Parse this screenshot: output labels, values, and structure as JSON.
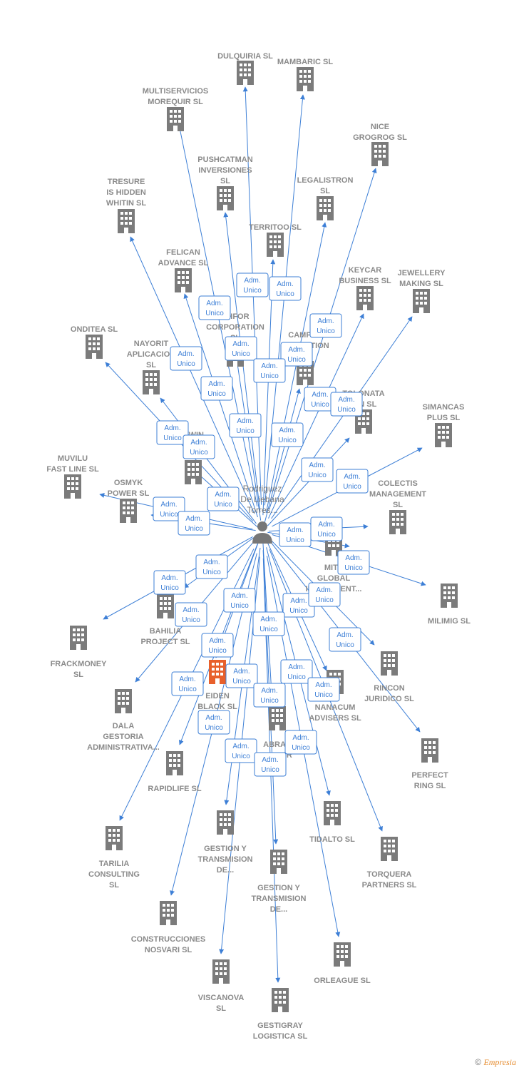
{
  "center": {
    "name_lines": [
      "Rodriguez",
      "De Liebana",
      "Torres..."
    ],
    "icon": "person-icon"
  },
  "colors": {
    "edge": "#3d7fd6",
    "building": "#7b7b7b",
    "highlight": "#e8602c",
    "label": "#8a8a8a"
  },
  "role": [
    "Adm.",
    "Unico"
  ],
  "companies": [
    {
      "lines": [
        "DULQUIRIA  SL"
      ]
    },
    {
      "lines": [
        "MAMBARIC  SL"
      ]
    },
    {
      "lines": [
        "MULTISERVICIOS",
        "MOREQUIR  SL"
      ]
    },
    {
      "lines": [
        "NICE",
        "GROGROG  SL"
      ]
    },
    {
      "lines": [
        "PUSHCATMAN",
        "INVERSIONES",
        "SL"
      ]
    },
    {
      "lines": [
        "LEGALISTRON",
        "SL"
      ]
    },
    {
      "lines": [
        "TRESURE",
        "IS HIDDEN",
        "WHITIN  SL"
      ]
    },
    {
      "lines": [
        "TERRITOO  SL"
      ]
    },
    {
      "lines": [
        "FELICAN",
        "ADVANCE  SL"
      ]
    },
    {
      "lines": [
        "KEYCAR",
        "BUSINESS  SL"
      ]
    },
    {
      "lines": [
        "JEWELLERY",
        "MAKING  SL"
      ]
    },
    {
      "lines": [
        "ONDITEA  SL"
      ]
    },
    {
      "lines": [
        "CHFOR",
        "CORPORATION",
        "SL"
      ]
    },
    {
      "lines": [
        "NAYORIT",
        "APLICACION",
        "SL"
      ]
    },
    {
      "lines": [
        "CAMPAN",
        "INNOVATION"
      ]
    },
    {
      "lines": [
        "TOLONATA",
        "ION  SL"
      ]
    },
    {
      "lines": [
        "SIMANCAS",
        "PLUS  SL"
      ]
    },
    {
      "lines": [
        "MUVILU",
        "FAST LINE  SL"
      ]
    },
    {
      "lines": [
        "OWIN",
        "SL"
      ]
    },
    {
      "lines": [
        "OSMYK",
        "POWER  SL"
      ]
    },
    {
      "lines": [
        "COLECTIS",
        "MANAGEMENT",
        "SL"
      ]
    },
    {
      "lines": [
        "MITE",
        "GLOBAL",
        "INVESTMENT..."
      ]
    },
    {
      "lines": [
        "MILIMIG  SL"
      ]
    },
    {
      "lines": [
        "BAHILIA",
        "PROJECT  SL"
      ]
    },
    {
      "lines": [
        "FRACKMONEY",
        "SL"
      ]
    },
    {
      "lines": [
        "EIDEN",
        "BLACK  SL"
      ]
    },
    {
      "lines": [
        "RINCON",
        "JURIDICO SL"
      ]
    },
    {
      "lines": [
        "NANACUM",
        "ADVISERS  SL"
      ]
    },
    {
      "lines": [
        "DALA",
        "GESTORIA",
        "ADMINISTRATIVA..."
      ]
    },
    {
      "lines": [
        "ABRAC",
        "POWER"
      ]
    },
    {
      "lines": [
        "RAPIDLIFE  SL"
      ]
    },
    {
      "lines": [
        "PERFECT",
        "RING  SL"
      ]
    },
    {
      "lines": [
        "TIDALTO  SL"
      ]
    },
    {
      "lines": [
        "GESTION Y",
        "TRANSMISION",
        "DE..."
      ]
    },
    {
      "lines": [
        "TARILIA",
        "CONSULTING",
        "SL"
      ]
    },
    {
      "lines": [
        "TORQUERA",
        "PARTNERS  SL"
      ]
    },
    {
      "lines": [
        "GESTION Y",
        "TRANSMISION",
        "DE..."
      ]
    },
    {
      "lines": [
        "CONSTRUCCIONES",
        "NOSVARI SL"
      ]
    },
    {
      "lines": [
        "ORLEAGUE  SL"
      ]
    },
    {
      "lines": [
        "VISCANOVA",
        "SL"
      ]
    },
    {
      "lines": [
        "GESTIGRAY",
        "LOGISTICA  SL"
      ]
    }
  ],
  "footer": {
    "copyright": "©",
    "brand": "Empresia"
  }
}
